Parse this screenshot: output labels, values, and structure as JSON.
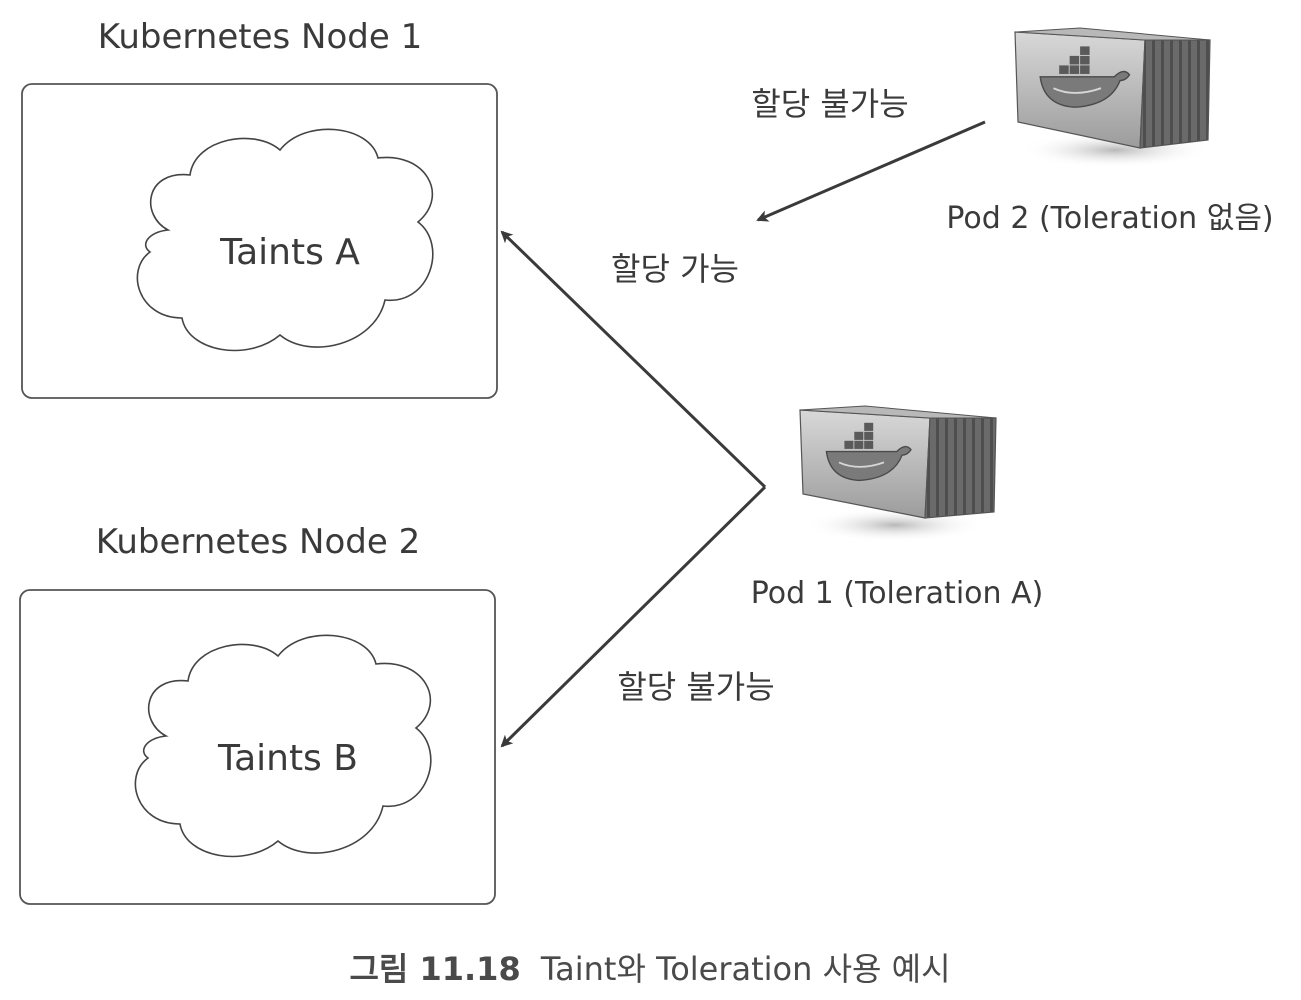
{
  "nodes": [
    {
      "title": "Kubernetes Node 1",
      "taint": "Taints A"
    },
    {
      "title": "Kubernetes Node 2",
      "taint": "Taints B"
    }
  ],
  "pods": [
    {
      "label": "Pod 1 (Toleration A)",
      "icon": "docker-container-icon"
    },
    {
      "label": "Pod 2 (Toleration 없음)",
      "icon": "docker-container-icon"
    }
  ],
  "edges": [
    {
      "from": "Pod 2",
      "to": "Kubernetes Node 1",
      "label": "할당 불가능"
    },
    {
      "from": "Pod 1",
      "to": "Kubernetes Node 1",
      "label": "할당 가능"
    },
    {
      "from": "Pod 1",
      "to": "Kubernetes Node 2",
      "label": "할당 불가능"
    }
  ],
  "caption": {
    "number": "그림 11.18",
    "text": "Taint와 Toleration 사용 예시"
  },
  "colors": {
    "line": "#3a3a3a",
    "box_border": "#555555",
    "container_body": "#8a8a8a",
    "container_face": "#6e6e6e"
  }
}
